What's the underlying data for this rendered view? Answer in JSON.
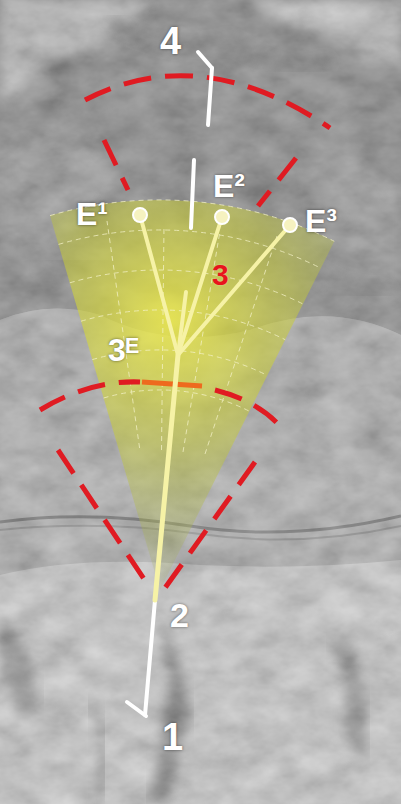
{
  "diagram": {
    "labels": [
      "4",
      "E¹",
      "E²",
      "E³",
      "3",
      "3ᴱ",
      "2",
      "1"
    ]
  }
}
